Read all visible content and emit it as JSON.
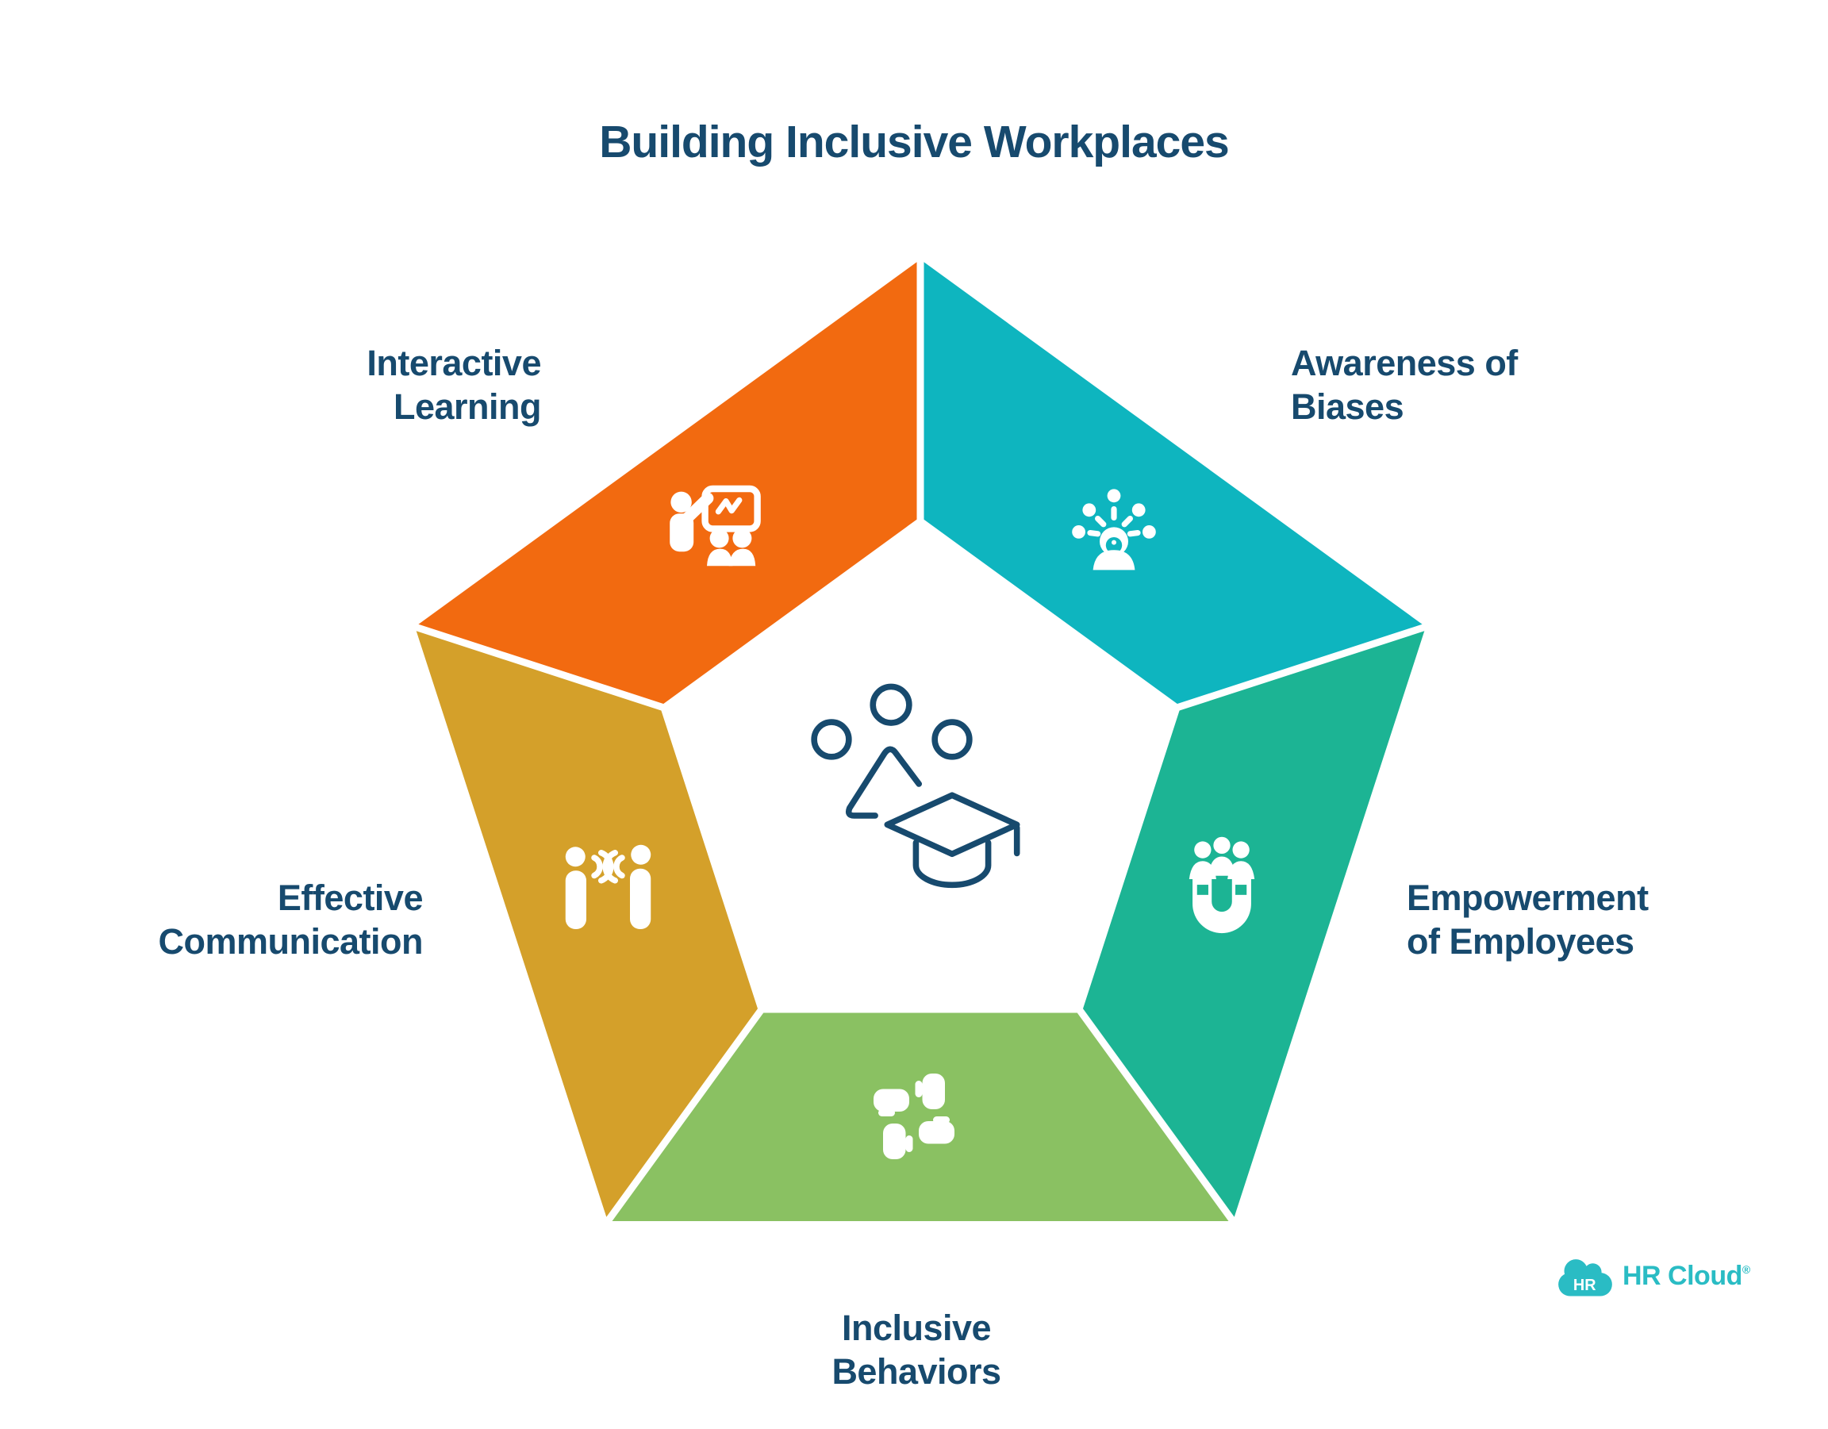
{
  "title": {
    "text": "Building Inclusive Workplaces"
  },
  "text_color": "#174A6E",
  "background_color": "#FFFFFF",
  "icon_color": "#FFFFFF",
  "sections": [
    {
      "name": "interactive-learning",
      "label_line1": "Interactive",
      "label_line2": "Learning",
      "color": "#F26A10",
      "icon": "teacher-whiteboard-icon"
    },
    {
      "name": "awareness-of-biases",
      "label_line1": "Awareness of",
      "label_line2": "Biases",
      "color": "#0EB5BF",
      "icon": "person-awareness-rays-icon"
    },
    {
      "name": "empowerment-of-employees",
      "label_line1": "Empowerment",
      "label_line2": "of Employees",
      "color": "#1CB494",
      "icon": "magnet-people-icon"
    },
    {
      "name": "inclusive-behaviors",
      "label_line1": "Inclusive",
      "label_line2": "Behaviors",
      "color": "#8AC162",
      "icon": "four-hands-teamwork-icon"
    },
    {
      "name": "effective-communication",
      "label_line1": "Effective",
      "label_line2": "Communication",
      "color": "#D4A02A",
      "icon": "two-people-talking-icon"
    }
  ],
  "center_icon": "graduation-learning-icon",
  "logo": {
    "badge_text": "HR",
    "brand_text": "HR Cloud",
    "registered_mark": "®",
    "color": "#2ABCC4"
  }
}
